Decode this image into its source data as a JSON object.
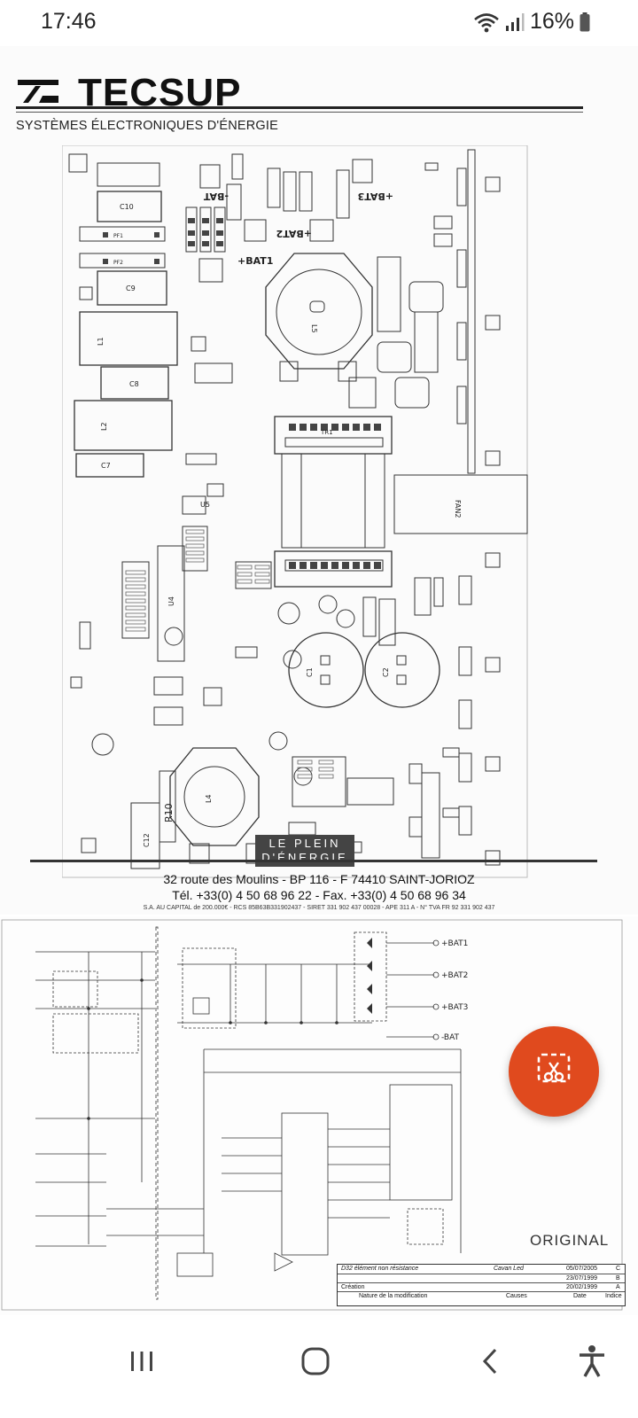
{
  "status": {
    "time": "17:46",
    "battery": "16%",
    "icons": [
      "wifi-icon",
      "signal-icon",
      "battery-icon"
    ]
  },
  "document": {
    "brand": "TECSUP",
    "subtitle": "SYSTÈMES ÉLECTRONIQUES D'ÉNERGIE",
    "badge_line1": "LE PLEIN",
    "badge_line2": "D'ÉNERGIE",
    "address": "32 route des Moulins - BP 116 - F 74410 SAINT-JORIOZ",
    "phone": "Tél. +33(0) 4 50 68 96 22 - Fax. +33(0) 4 50 68 96 34",
    "legal": "S.A. AU CAPITAL de 200.000€ - RCS 85B63B331902437 - SIRET 331 902 437 00028 - APE 311 A - N° TVA FR 92 331 902 437",
    "pcb_labels": [
      "C10",
      "PF1",
      "PF2",
      "C9",
      "L1",
      "C8",
      "L2",
      "C7",
      "L5",
      "L4",
      "C1",
      "C2",
      "TR1",
      "C12",
      "R10",
      "-BAT",
      "+BAT1",
      "+BAT2",
      "+BAT3",
      "U4",
      "U5",
      "FAN2"
    ]
  },
  "schematic": {
    "labels": [
      "+BAT1",
      "+BAT2",
      "+BAT3",
      "-BAT"
    ],
    "stamp": "ORIGINAL",
    "title_block": {
      "modification": "D32 élément non résistance",
      "creation": "Création",
      "col_nature": "Nature de la modification",
      "col_causes": "Causes",
      "col_date": "Date",
      "col_indice": "Indice",
      "causes_value": "Cavan Led",
      "dates": [
        "05/07/2005",
        "23/07/1999",
        "20/02/1999"
      ],
      "indices": [
        "C",
        "B",
        "A"
      ]
    }
  },
  "actions": {
    "fab_icon": "scissors-capture-icon"
  },
  "navbar": {
    "buttons": [
      "recents-icon",
      "home-icon",
      "back-icon",
      "accessibility-icon"
    ]
  }
}
